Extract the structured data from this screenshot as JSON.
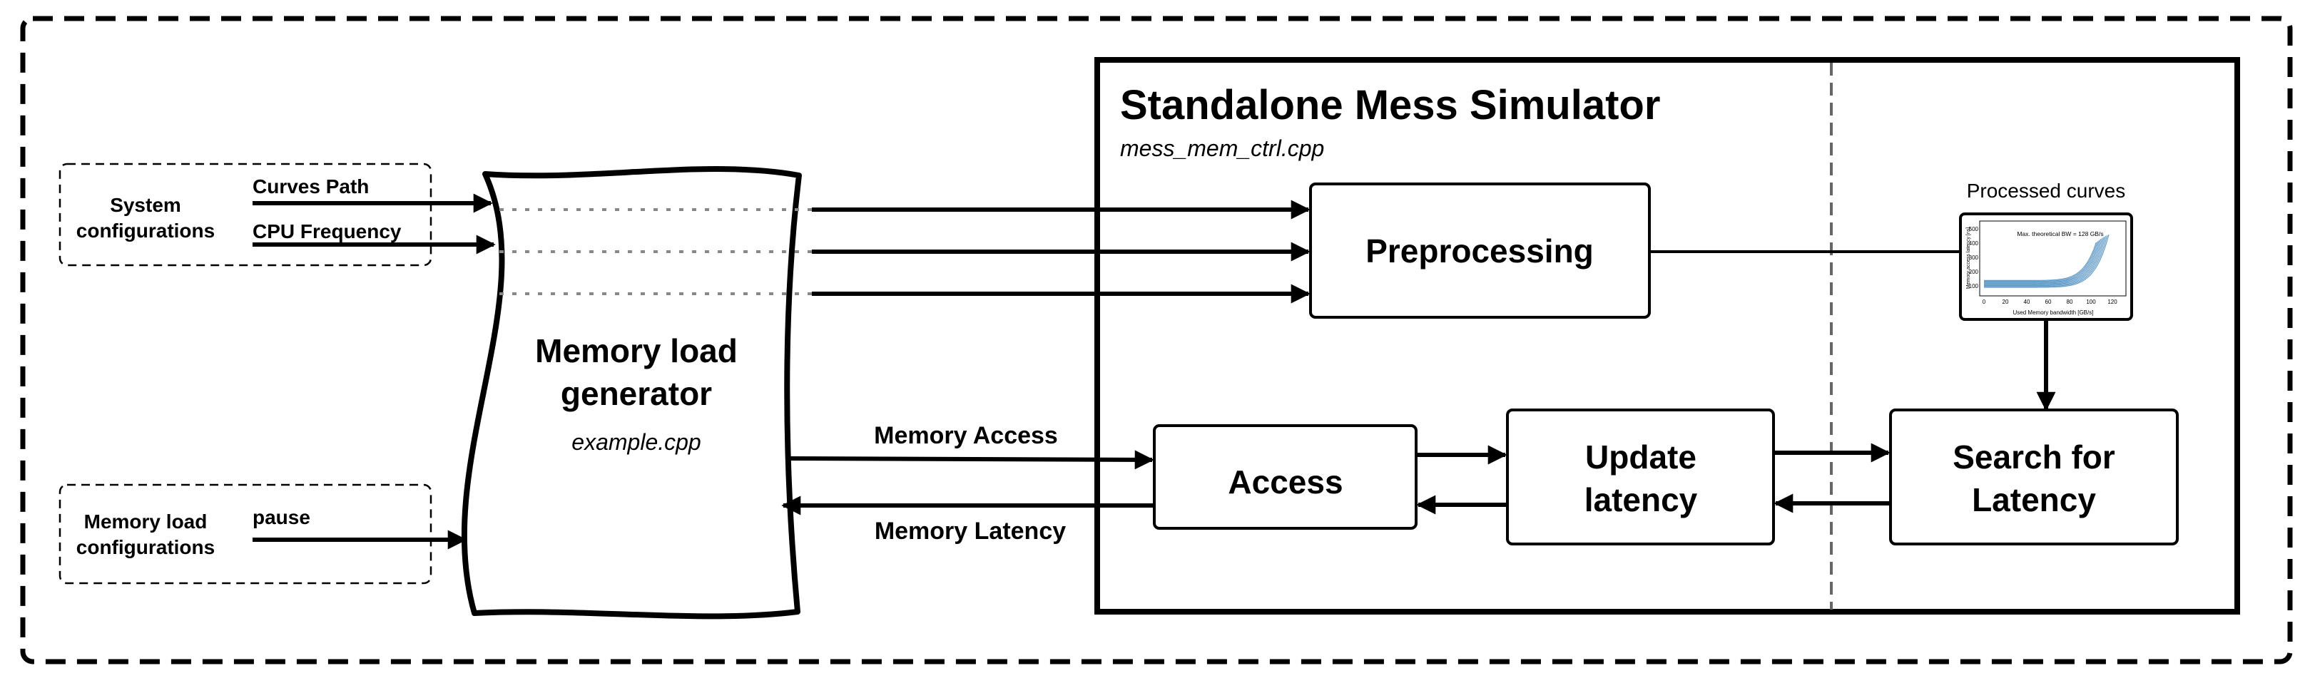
{
  "inputs": {
    "system": {
      "label_line1": "System",
      "label_line2": "configurations",
      "param1": "Curves Path",
      "param2": "CPU Frequency"
    },
    "memory": {
      "label_line1": "Memory load",
      "label_line2": "configurations",
      "param1": "pause"
    }
  },
  "generator": {
    "title_line1": "Memory load",
    "title_line2": "generator",
    "file": "example.cpp"
  },
  "simulator": {
    "title": "Standalone Mess Simulator",
    "file": "mess_mem_ctrl.cpp"
  },
  "blocks": {
    "preprocessing": "Preprocessing",
    "access": "Access",
    "update_line1": "Update",
    "update_line2": "latency",
    "search_line1": "Search for",
    "search_line2": "Latency"
  },
  "links": {
    "memory_access": "Memory Access",
    "memory_latency": "Memory Latency"
  },
  "curves": {
    "caption": "Processed curves",
    "annotation": "Max. theoretical BW = 128 GB/s",
    "xlabel": "Used Memory bandwidth [GB/s]",
    "ylabel": "Memory access latency [ns]",
    "xticks": [
      "0",
      "20",
      "40",
      "60",
      "80",
      "100",
      "120"
    ],
    "yticks": [
      "100",
      "200",
      "300",
      "400",
      "500"
    ],
    "line_color": "#2e7bb5"
  },
  "colors": {
    "stroke": "#000000",
    "dashed_divider": "#666666"
  }
}
